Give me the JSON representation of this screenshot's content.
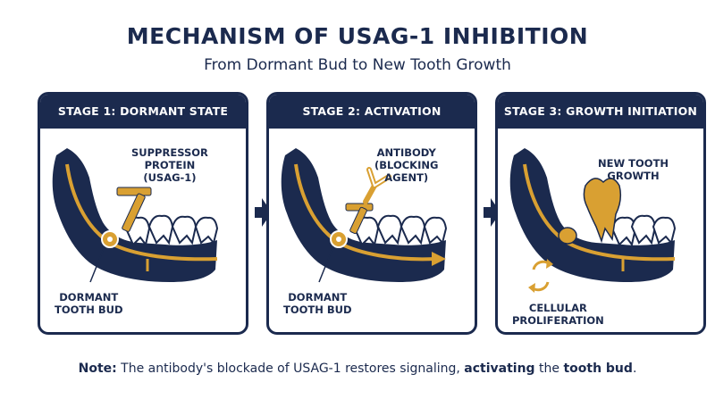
{
  "title": "MECHANISM OF USAG-1 INHIBITION",
  "subtitle": "From Dormant Bud to New Tooth Growth",
  "colors": {
    "navy": "#1b2a4e",
    "gold": "#d9a032",
    "white": "#ffffff"
  },
  "panels": [
    {
      "header": "STAGE 1: DORMANT STATE",
      "label_top": [
        "SUPPRESSOR",
        "PROTEIN",
        "(USAG-1)"
      ],
      "label_bottom": [
        "DORMANT",
        "TOOTH BUD"
      ]
    },
    {
      "header": "STAGE 2: ACTIVATION",
      "label_top": [
        "ANTIBODY",
        "(BLOCKING",
        "AGENT)"
      ],
      "label_bottom": [
        "DORMANT",
        "TOOTH BUD"
      ]
    },
    {
      "header": "STAGE 3: GROWTH INITIATION",
      "label_top": [
        "NEW TOOTH",
        "GROWTH"
      ],
      "label_bottom": [
        "CELLULAR",
        "PROLIFERATION"
      ]
    }
  ],
  "note": {
    "prefix": "Note:",
    "text1": " The antibody's blockade of USAG-1 restores signaling, ",
    "bold1": "activating",
    "text2": " the ",
    "bold2": "tooth bud",
    "text3": "."
  }
}
